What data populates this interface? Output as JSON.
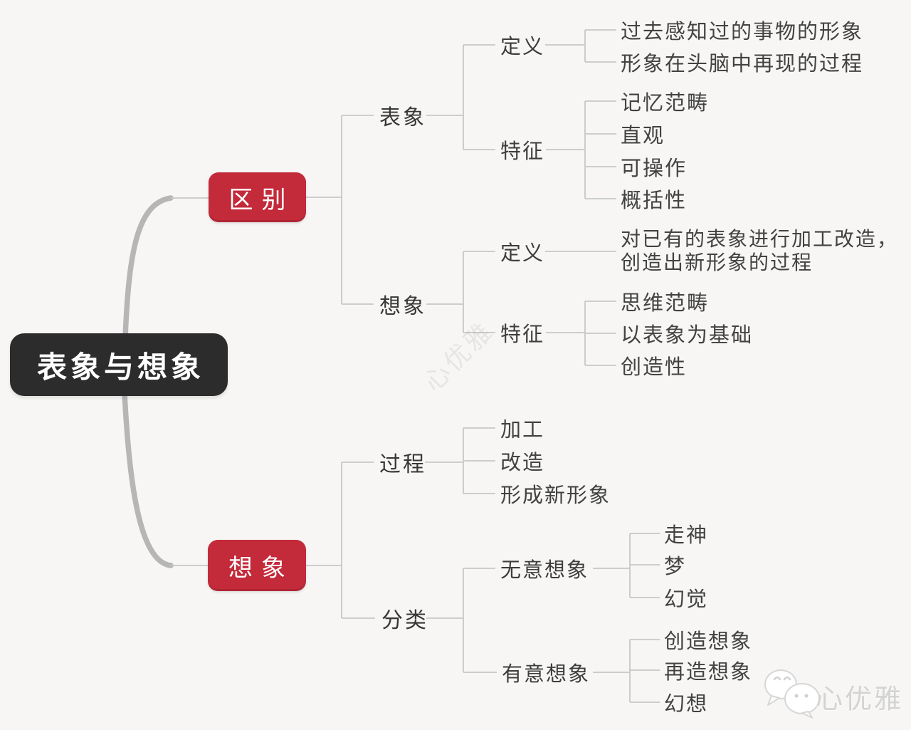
{
  "title": "表象与想象思维导图",
  "colors": {
    "background": "#f7f6f4",
    "root_bg": "#2d2c2c",
    "accent_red": "#c32a3a",
    "connector": "#c7c7c7",
    "thick_branch": "#b6b6b6",
    "text": "#3d3d3d",
    "watermark": "#d3d3d3"
  },
  "root": {
    "label": "表象与想象"
  },
  "branches": [
    {
      "label": "区别",
      "children": [
        {
          "label": "表象",
          "children": [
            {
              "label": "定义",
              "children": [
                {
                  "label": "过去感知过的事物的形象"
                },
                {
                  "label": "形象在头脑中再现的过程"
                }
              ]
            },
            {
              "label": "特征",
              "children": [
                {
                  "label": "记忆范畴"
                },
                {
                  "label": "直观"
                },
                {
                  "label": "可操作"
                },
                {
                  "label": "概括性"
                }
              ]
            }
          ]
        },
        {
          "label": "想象",
          "children": [
            {
              "label": "定义",
              "children": [
                {
                  "label": "对已有的表象进行加工改造，创造出新形象的过程"
                }
              ]
            },
            {
              "label": "特征",
              "children": [
                {
                  "label": "思维范畴"
                },
                {
                  "label": "以表象为基础"
                },
                {
                  "label": "创造性"
                }
              ]
            }
          ]
        }
      ]
    },
    {
      "label": "想象",
      "children": [
        {
          "label": "过程",
          "children": [
            {
              "label": "加工"
            },
            {
              "label": "改造"
            },
            {
              "label": "形成新形象"
            }
          ]
        },
        {
          "label": "分类",
          "children": [
            {
              "label": "无意想象",
              "children": [
                {
                  "label": "走神"
                },
                {
                  "label": "梦"
                },
                {
                  "label": "幻觉"
                }
              ]
            },
            {
              "label": "有意想象",
              "children": [
                {
                  "label": "创造想象"
                },
                {
                  "label": "再造想象"
                },
                {
                  "label": "幻想"
                }
              ]
            }
          ]
        }
      ]
    }
  ],
  "watermark": {
    "center_text": "心优雅",
    "footer_text": "心优雅",
    "icon": "chat-bubbles-icon"
  }
}
